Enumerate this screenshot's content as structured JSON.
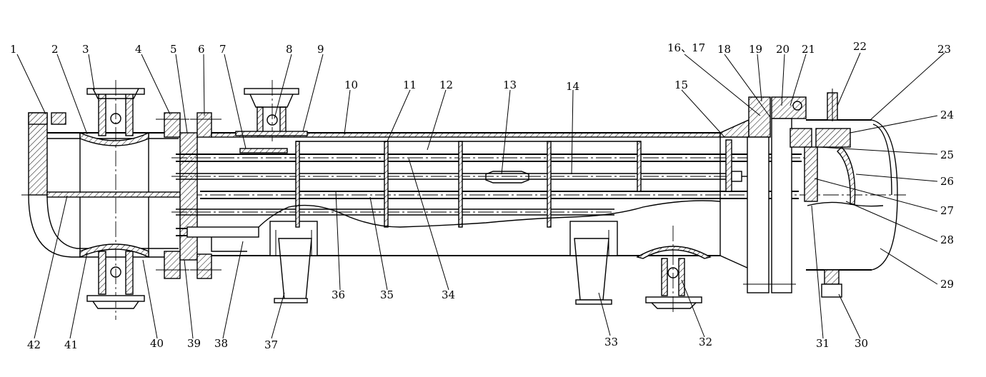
{
  "labels": [
    {
      "id": "1",
      "text": "1"
    },
    {
      "id": "2",
      "text": "2"
    },
    {
      "id": "3",
      "text": "3"
    },
    {
      "id": "4",
      "text": "4"
    },
    {
      "id": "5",
      "text": "5"
    },
    {
      "id": "6",
      "text": "6"
    },
    {
      "id": "7",
      "text": "7"
    },
    {
      "id": "8",
      "text": "8"
    },
    {
      "id": "9",
      "text": "9"
    },
    {
      "id": "10",
      "text": "10"
    },
    {
      "id": "11",
      "text": "11"
    },
    {
      "id": "12",
      "text": "12"
    },
    {
      "id": "13",
      "text": "13"
    },
    {
      "id": "14",
      "text": "14"
    },
    {
      "id": "15",
      "text": "15"
    },
    {
      "id": "16_17",
      "text": "16、17"
    },
    {
      "id": "18",
      "text": "18"
    },
    {
      "id": "19",
      "text": "19"
    },
    {
      "id": "20",
      "text": "20"
    },
    {
      "id": "21",
      "text": "21"
    },
    {
      "id": "22",
      "text": "22"
    },
    {
      "id": "23",
      "text": "23"
    },
    {
      "id": "24",
      "text": "24"
    },
    {
      "id": "25",
      "text": "25"
    },
    {
      "id": "26",
      "text": "26"
    },
    {
      "id": "27",
      "text": "27"
    },
    {
      "id": "28",
      "text": "28"
    },
    {
      "id": "29",
      "text": "29"
    },
    {
      "id": "30",
      "text": "30"
    },
    {
      "id": "31",
      "text": "31"
    },
    {
      "id": "32",
      "text": "32"
    },
    {
      "id": "33",
      "text": "33"
    },
    {
      "id": "34",
      "text": "34"
    },
    {
      "id": "35",
      "text": "35"
    },
    {
      "id": "36",
      "text": "36"
    },
    {
      "id": "37",
      "text": "37"
    },
    {
      "id": "38",
      "text": "38"
    },
    {
      "id": "39",
      "text": "39"
    },
    {
      "id": "40",
      "text": "40"
    },
    {
      "id": "41",
      "text": "41"
    },
    {
      "id": "42",
      "text": "42"
    }
  ]
}
